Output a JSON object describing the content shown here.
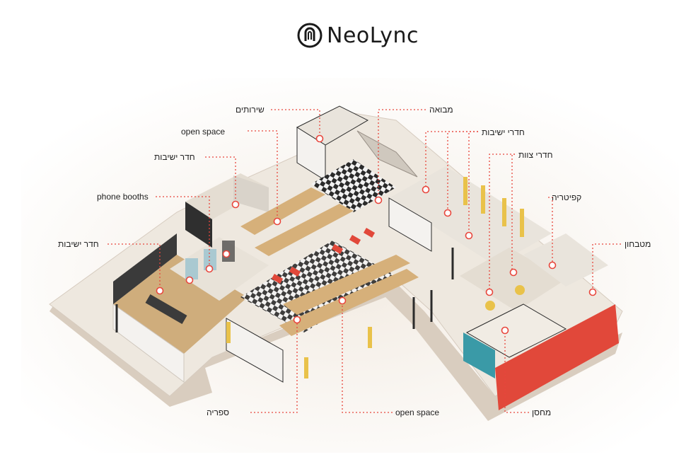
{
  "brand": {
    "name": "NeoLync",
    "accent": "#e8463c",
    "ink": "#1a1a1a"
  },
  "labels": {
    "restrooms": "שירותים",
    "open_space_top": "open space",
    "meeting_room_left": "חדר ישיבות",
    "phone_booths": "phone booths",
    "meeting_room_far_left": "חדר ישיבות",
    "entrance": "מבואה",
    "meeting_rooms": "חדרי ישיבות",
    "team_rooms": "חדרי צוות",
    "cafeteria": "קפיטריה",
    "kitchenette": "מטבחון",
    "library": "ספריה",
    "open_space_bottom": "open space",
    "storage": "מחסן"
  },
  "colors": {
    "floor": "#efe9e1",
    "floor_edge": "#d8cfc4",
    "wood": "#c9a26b",
    "wall": "#f4f2ef",
    "glass_frame": "#2b2b2b",
    "red_wall": "#e1483a",
    "teal_wall": "#3a9aa7",
    "yellow": "#e9c24a",
    "checker_dark": "#2a2a2a",
    "leader": "#e8463c"
  }
}
